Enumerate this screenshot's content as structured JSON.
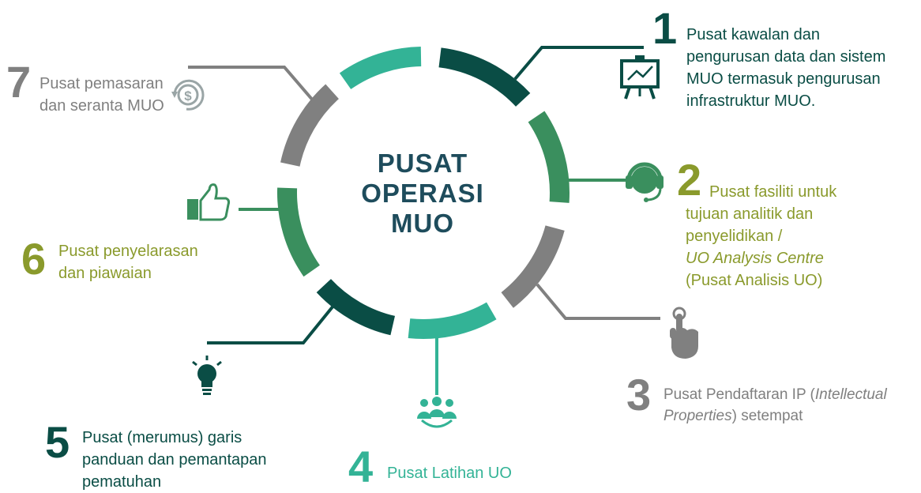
{
  "center": {
    "line1": "PUSAT",
    "line2": "OPERASI",
    "line3": "MUO"
  },
  "items": [
    {
      "number": "1",
      "lines": [
        "Pusat kawalan dan",
        "pengurusan data dan sistem",
        "MUO termasuk pengurusan",
        "infrastruktur MUO."
      ],
      "icon": "presentation-chart-icon",
      "color": "#0f5c4e"
    },
    {
      "number": "2",
      "lines": [
        "Pusat fasiliti untuk",
        "tujuan analitik dan",
        "penyelidikan /",
        "UO Analysis Centre",
        "(Pusat Analisis UO)"
      ],
      "icon": "headset-icon",
      "color": "#8a9a2c"
    },
    {
      "number": "3",
      "line1_prefix": "Pusat Pendaftaran IP (",
      "line1_italic": "Intellectual",
      "line2_italic": "Properties",
      "line2_suffix": ") setempat",
      "icon": "touch-hand-icon",
      "color": "#808080"
    },
    {
      "number": "4",
      "lines": [
        "Pusat Latihan UO"
      ],
      "icon": "group-people-icon",
      "color": "#33b396"
    },
    {
      "number": "5",
      "lines": [
        "Pusat (merumus) garis",
        "panduan dan pemantapan",
        "pematuhan"
      ],
      "icon": "lightbulb-icon",
      "color": "#0a4d45"
    },
    {
      "number": "6",
      "lines": [
        "Pusat penyelarasan",
        "dan piawaian"
      ],
      "icon": "thumbs-up-icon",
      "color": "#8a9a2c"
    },
    {
      "number": "7",
      "lines": [
        "Pusat pemasaran",
        "dan seranta MUO"
      ],
      "icon": "dollar-cycle-icon",
      "color": "#808080"
    }
  ],
  "colors": {
    "dark_teal": "#0a4d45",
    "green": "#3a8f5e",
    "light_teal": "#33b396",
    "gray": "#808080",
    "olive": "#8a9a2c",
    "title": "#1e4c5c"
  }
}
